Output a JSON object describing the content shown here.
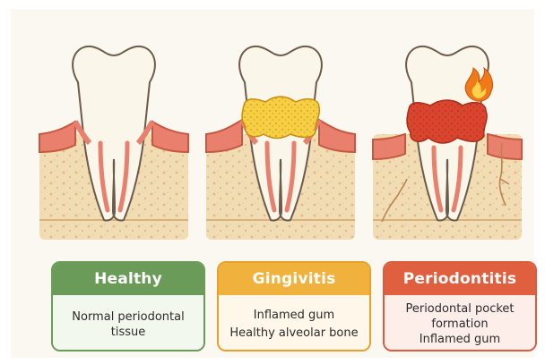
{
  "panels": [
    {
      "id": "healthy",
      "title": "Healthy",
      "lines": [
        "Normal periodontal tissue"
      ],
      "color": "#6a9b58"
    },
    {
      "id": "gingivitis",
      "title": "Gingivitis",
      "lines": [
        "Inflamed gum",
        "Healthy alveolar bone"
      ],
      "color": "#f0b23c"
    },
    {
      "id": "periodontitis",
      "title": "Periodontitis",
      "lines": [
        "Periodontal pocket formation",
        "Inflamed gum"
      ],
      "color": "#df5f3e"
    }
  ],
  "colors": {
    "bone": "#f2dcb4",
    "gum": "#e8806d",
    "enamel": "#fbf6ea",
    "plaque": "#f5cf45",
    "inflamed": "#d9452e",
    "flame": "#f07a1a"
  }
}
